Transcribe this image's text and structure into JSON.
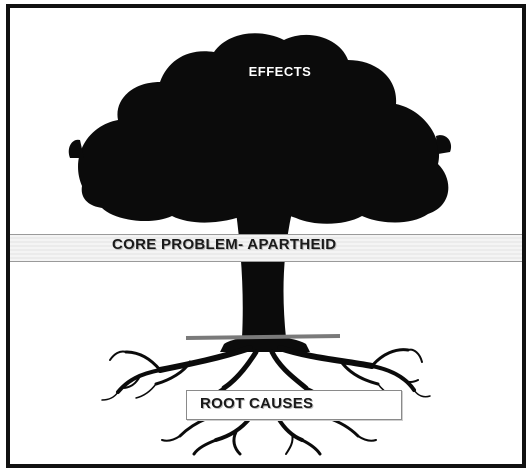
{
  "diagram": {
    "canopy_label": "EFFECTS",
    "trunk_label": "CORE PROBLEM- APARTHEID",
    "roots_label": "ROOT CAUSES"
  },
  "colors": {
    "tree": "#0b0b0b",
    "frame": "#111111",
    "band": "#eeeeee",
    "canopy_text": "#ffffff"
  },
  "icons": [
    "problem-tree-icon"
  ]
}
